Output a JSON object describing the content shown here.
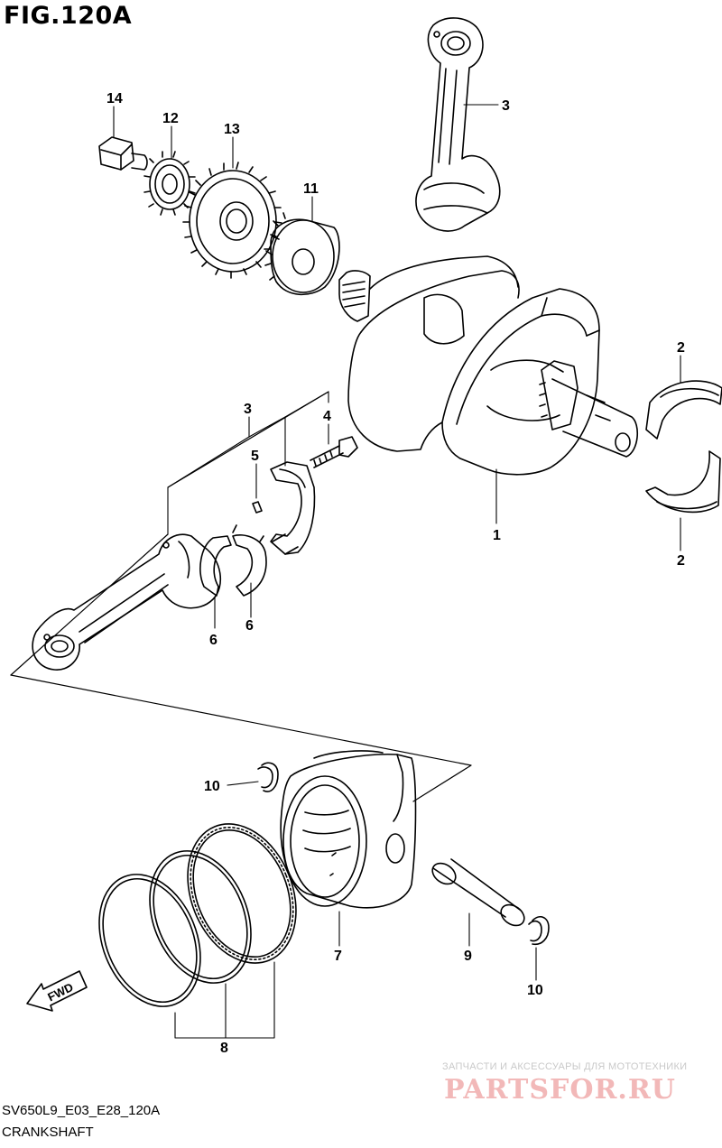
{
  "figure": {
    "title": "FIG.120A",
    "code": "SV650L9_E03_E28_120A",
    "name": "CRANKSHAFT"
  },
  "callouts": {
    "c1": "1",
    "c2a": "2",
    "c2b": "2",
    "c3a": "3",
    "c3b": "3",
    "c4": "4",
    "c5": "5",
    "c6a": "6",
    "c6b": "6",
    "c7": "7",
    "c8": "8",
    "c9": "9",
    "c10a": "10",
    "c10b": "10",
    "c11": "11",
    "c12": "12",
    "c13": "13",
    "c14": "14"
  },
  "fwd_label": "FWD",
  "watermark": {
    "tagline": "ЗАПЧАСТИ И АКСЕССУАРЫ ДЛЯ МОТОТЕХНИКИ",
    "logo": "PARTSFOR.RU"
  },
  "colors": {
    "line": "#000000",
    "watermark_logo": "#f2b8b8",
    "watermark_text": "#c9c9c9"
  }
}
